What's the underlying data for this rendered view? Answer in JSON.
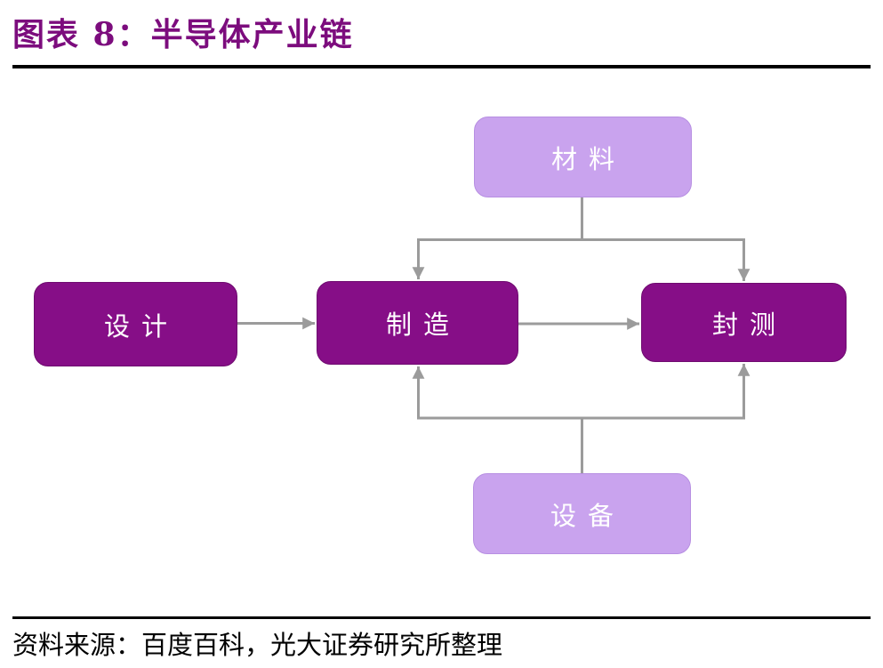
{
  "header": {
    "title": "图表 8：半导体产业链"
  },
  "diagram": {
    "nodes": [
      {
        "id": "materials",
        "label": "材料",
        "tone": "light"
      },
      {
        "id": "design",
        "label": "设计",
        "tone": "dark"
      },
      {
        "id": "manufacturing",
        "label": "制造",
        "tone": "dark"
      },
      {
        "id": "packaging-testing",
        "label": "封测",
        "tone": "dark"
      },
      {
        "id": "equipment",
        "label": "设备",
        "tone": "light"
      }
    ],
    "edges": [
      {
        "from": "材料",
        "to": "制造"
      },
      {
        "from": "材料",
        "to": "封测"
      },
      {
        "from": "设计",
        "to": "制造"
      },
      {
        "from": "制造",
        "to": "封测"
      },
      {
        "from": "设备",
        "to": "制造"
      },
      {
        "from": "设备",
        "to": "封测"
      }
    ]
  },
  "footer": {
    "source": "资料来源：百度百科，光大证券研究所整理"
  },
  "colors": {
    "title": "#7c0c7d",
    "node_dark": "#860e87",
    "node_dark_border": "#6f0b70",
    "node_light": "#c9a3ee",
    "node_light_border": "#b78fe2",
    "node_text": "#ffffff",
    "connector": "#9b9b9b",
    "rule": "#000000"
  }
}
